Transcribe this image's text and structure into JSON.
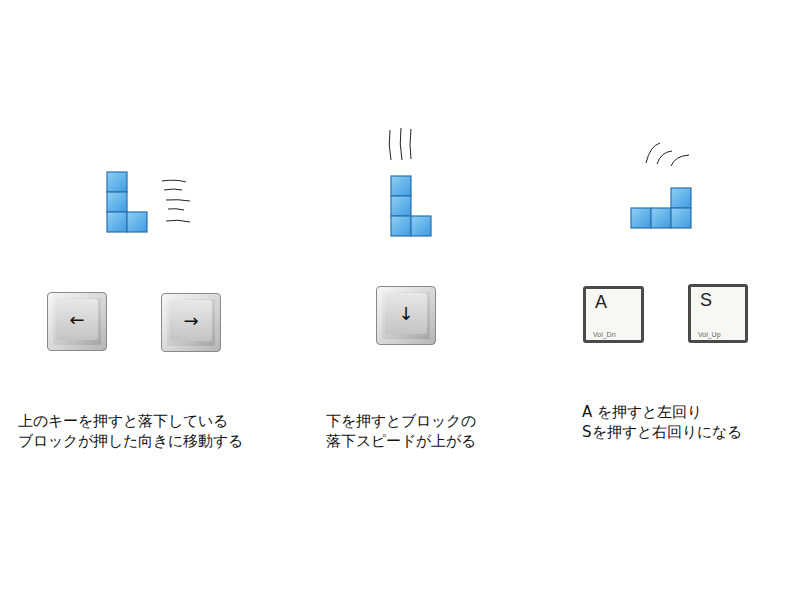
{
  "diagram": {
    "nodes": [
      {
        "text": [
          "←"
        ]
      },
      {
        "text": [
          "→"
        ]
      },
      {
        "text": [
          "↓"
        ]
      },
      {
        "text": [
          "A",
          "Vol_Dn"
        ]
      },
      {
        "text": [
          "S",
          "Vol_Up"
        ]
      }
    ],
    "labels": [
      "上のキーを押すと落下している ブロックが押した向きに移動する",
      "下を押すとブロックの 落下スピードが上がる",
      "A を押すと左回り Sを押すと右回りになる"
    ]
  }
}
